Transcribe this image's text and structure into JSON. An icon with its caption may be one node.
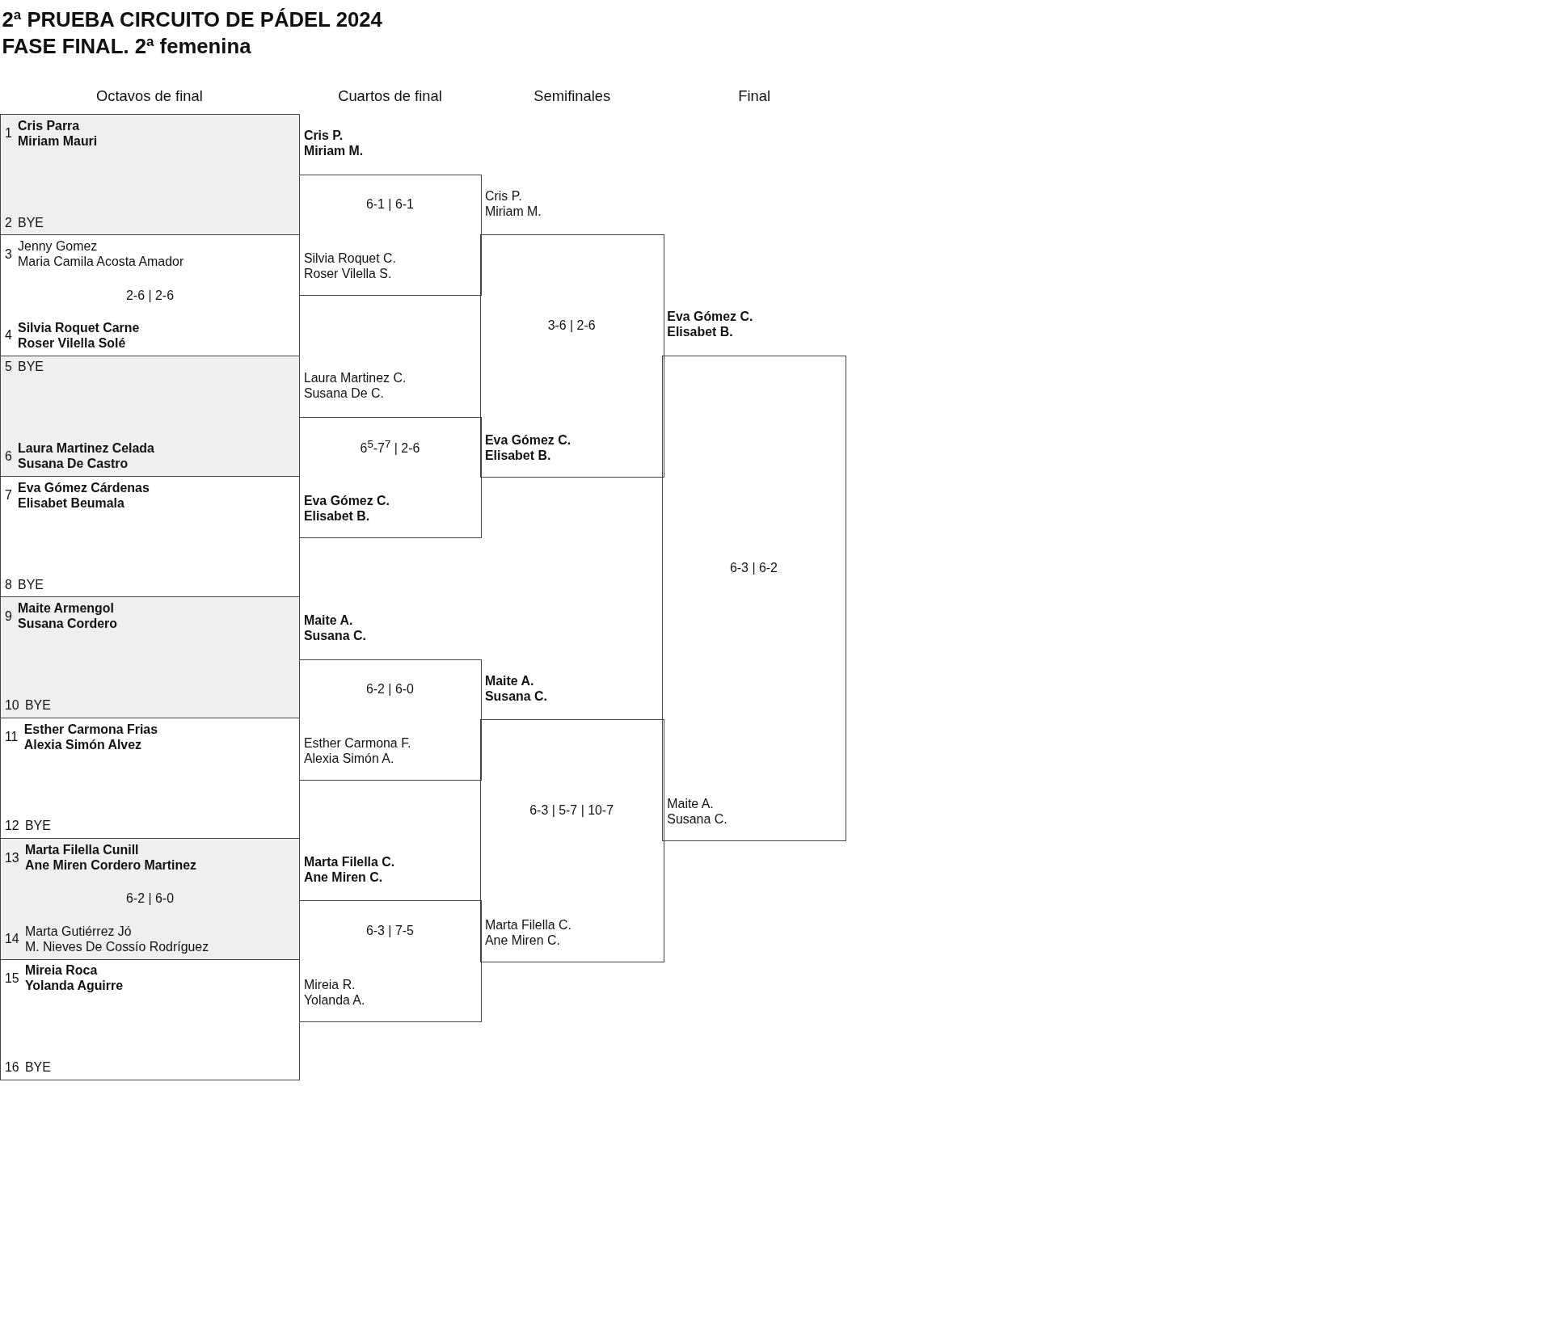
{
  "diagram": {
    "title": "2ª PRUEBA CIRCUITO DE PÁDEL 2024",
    "nodes": [
      {
        "text": [
          "1",
          "Cris Parra",
          "Miriam Mauri",
          "2",
          "BYE"
        ]
      },
      {
        "text": [
          "3",
          "Jenny Gomez",
          "Maria Camila Acosta Amador",
          "2-6 | 2-6",
          "4",
          "Silvia Roquet Carne",
          "Roser Vilella Solé"
        ]
      },
      {
        "text": [
          "5",
          "BYE",
          "6",
          "Laura Martinez Celada",
          "Susana De Castro"
        ]
      },
      {
        "text": [
          "7",
          "Eva Gómez Cárdenas",
          "Elisabet Beumala",
          "8",
          "BYE"
        ]
      },
      {
        "text": [
          "9",
          "Maite Armengol",
          "Susana Cordero",
          "10",
          "BYE"
        ]
      },
      {
        "text": [
          "11",
          "Esther Carmona Frias",
          "Alexia Simón Alvez",
          "12",
          "BYE"
        ]
      },
      {
        "text": [
          "13",
          "Marta Filella Cunill",
          "Ane Miren Cordero Martinez",
          "6-2 | 6-0",
          "14",
          "Marta Gutiérrez Jó",
          "M. Nieves De Cossío Rodríguez"
        ]
      },
      {
        "text": [
          "15",
          "Mireia Roca",
          "Yolanda Aguirre",
          "16",
          "BYE"
        ]
      },
      {
        "text": [
          "Cris P.",
          "Miriam M.",
          "6-1 | 6-1",
          "Silvia Roquet C.",
          "Roser Vilella S."
        ]
      },
      {
        "text": [
          "Laura Martinez C.",
          "Susana De C.",
          "6$^{5}$-7$^{7}$ | 2-6",
          "Eva Gómez C.",
          "Elisabet B."
        ]
      },
      {
        "text": [
          "Maite A.",
          "Susana C.",
          "6-2 | 6-0",
          "Esther Carmona F.",
          "Alexia Simón A."
        ]
      },
      {
        "text": [
          "Marta Filella C.",
          "Ane Miren C.",
          "6-3 | 7-5",
          "Mireia R.",
          "Yolanda A."
        ]
      },
      {
        "text": [
          "Cris P.",
          "Miriam M.",
          "3-6 | 2-6",
          "Eva Gómez C.",
          "Elisabet B."
        ]
      },
      {
        "text": [
          "Maite A.",
          "Susana C.",
          "6-3 | 5-7 | 10-7",
          "Marta Filella C.",
          "Ane Miren C."
        ]
      },
      {
        "text": [
          "Eva Gómez C.",
          "Elisabet B.",
          "6-3 | 6-2",
          "Maite A.",
          "Susana C."
        ]
      }
    ],
    "labels": [
      "FASE FINAL. 2ª femenina",
      "Octavos de final",
      "Cuartos de final",
      "Semifinales",
      "Final"
    ]
  }
}
